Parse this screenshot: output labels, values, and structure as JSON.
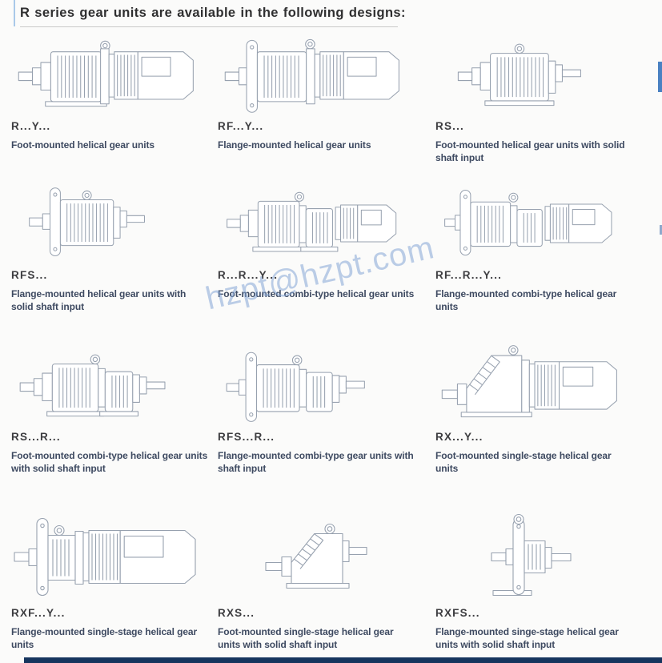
{
  "page": {
    "title": "R series gear units are available in the following designs:",
    "watermark": "hzpt@hzpt.com"
  },
  "colors": {
    "drawing_line": "#97a1af",
    "title_text": "#2f2f30",
    "model_text": "#3d3d40",
    "description_text": "#3e4a61",
    "watermark_blue": "#7ea1d1",
    "accent_tab_blue": "#4a81c2",
    "footer_bar_navy": "#16355e"
  },
  "items": [
    {
      "model": "R...Y...",
      "description": "Foot-mounted helical gear units",
      "drawing": "foot-motor"
    },
    {
      "model": "RF...Y...",
      "description": "Flange-mounted helical gear units",
      "drawing": "flange-motor"
    },
    {
      "model": "RS...",
      "description": "Foot-mounted helical gear units with solid shaft input",
      "drawing": "foot-shaft"
    },
    {
      "model": "RFS...",
      "description": "Flange-mounted helical gear units with solid shaft input",
      "drawing": "flange-shaft"
    },
    {
      "model": "R...R...Y...",
      "description": "Foot-mounted combi-type helical gear units",
      "drawing": "foot-combi-motor"
    },
    {
      "model": "RF...R...Y...",
      "description": "Flange-mounted combi-type helical gear units",
      "drawing": "flange-combi-motor"
    },
    {
      "model": "RS...R...",
      "description": "Foot-mounted combi-type helical gear units with solid shaft input",
      "drawing": "foot-combi-shaft"
    },
    {
      "model": "RFS...R...",
      "description": "Flange-mounted combi-type gear units with shaft input",
      "drawing": "flange-combi-shaft"
    },
    {
      "model": "RX...Y...",
      "description": "Foot-mounted single-stage helical gear units",
      "drawing": "rx-foot-motor"
    },
    {
      "model": "RXF...Y...",
      "description": "Flange-mounted single-stage helical gear units",
      "drawing": "rx-flange-motor"
    },
    {
      "model": "RXS...",
      "description": "Foot-mounted single-stage helical gear units with solid shaft input",
      "drawing": "rx-foot-shaft"
    },
    {
      "model": "RXFS...",
      "description": "Flange-mounted singe-stage helical gear units with solid shaft input",
      "drawing": "rx-flange-shaft"
    }
  ]
}
